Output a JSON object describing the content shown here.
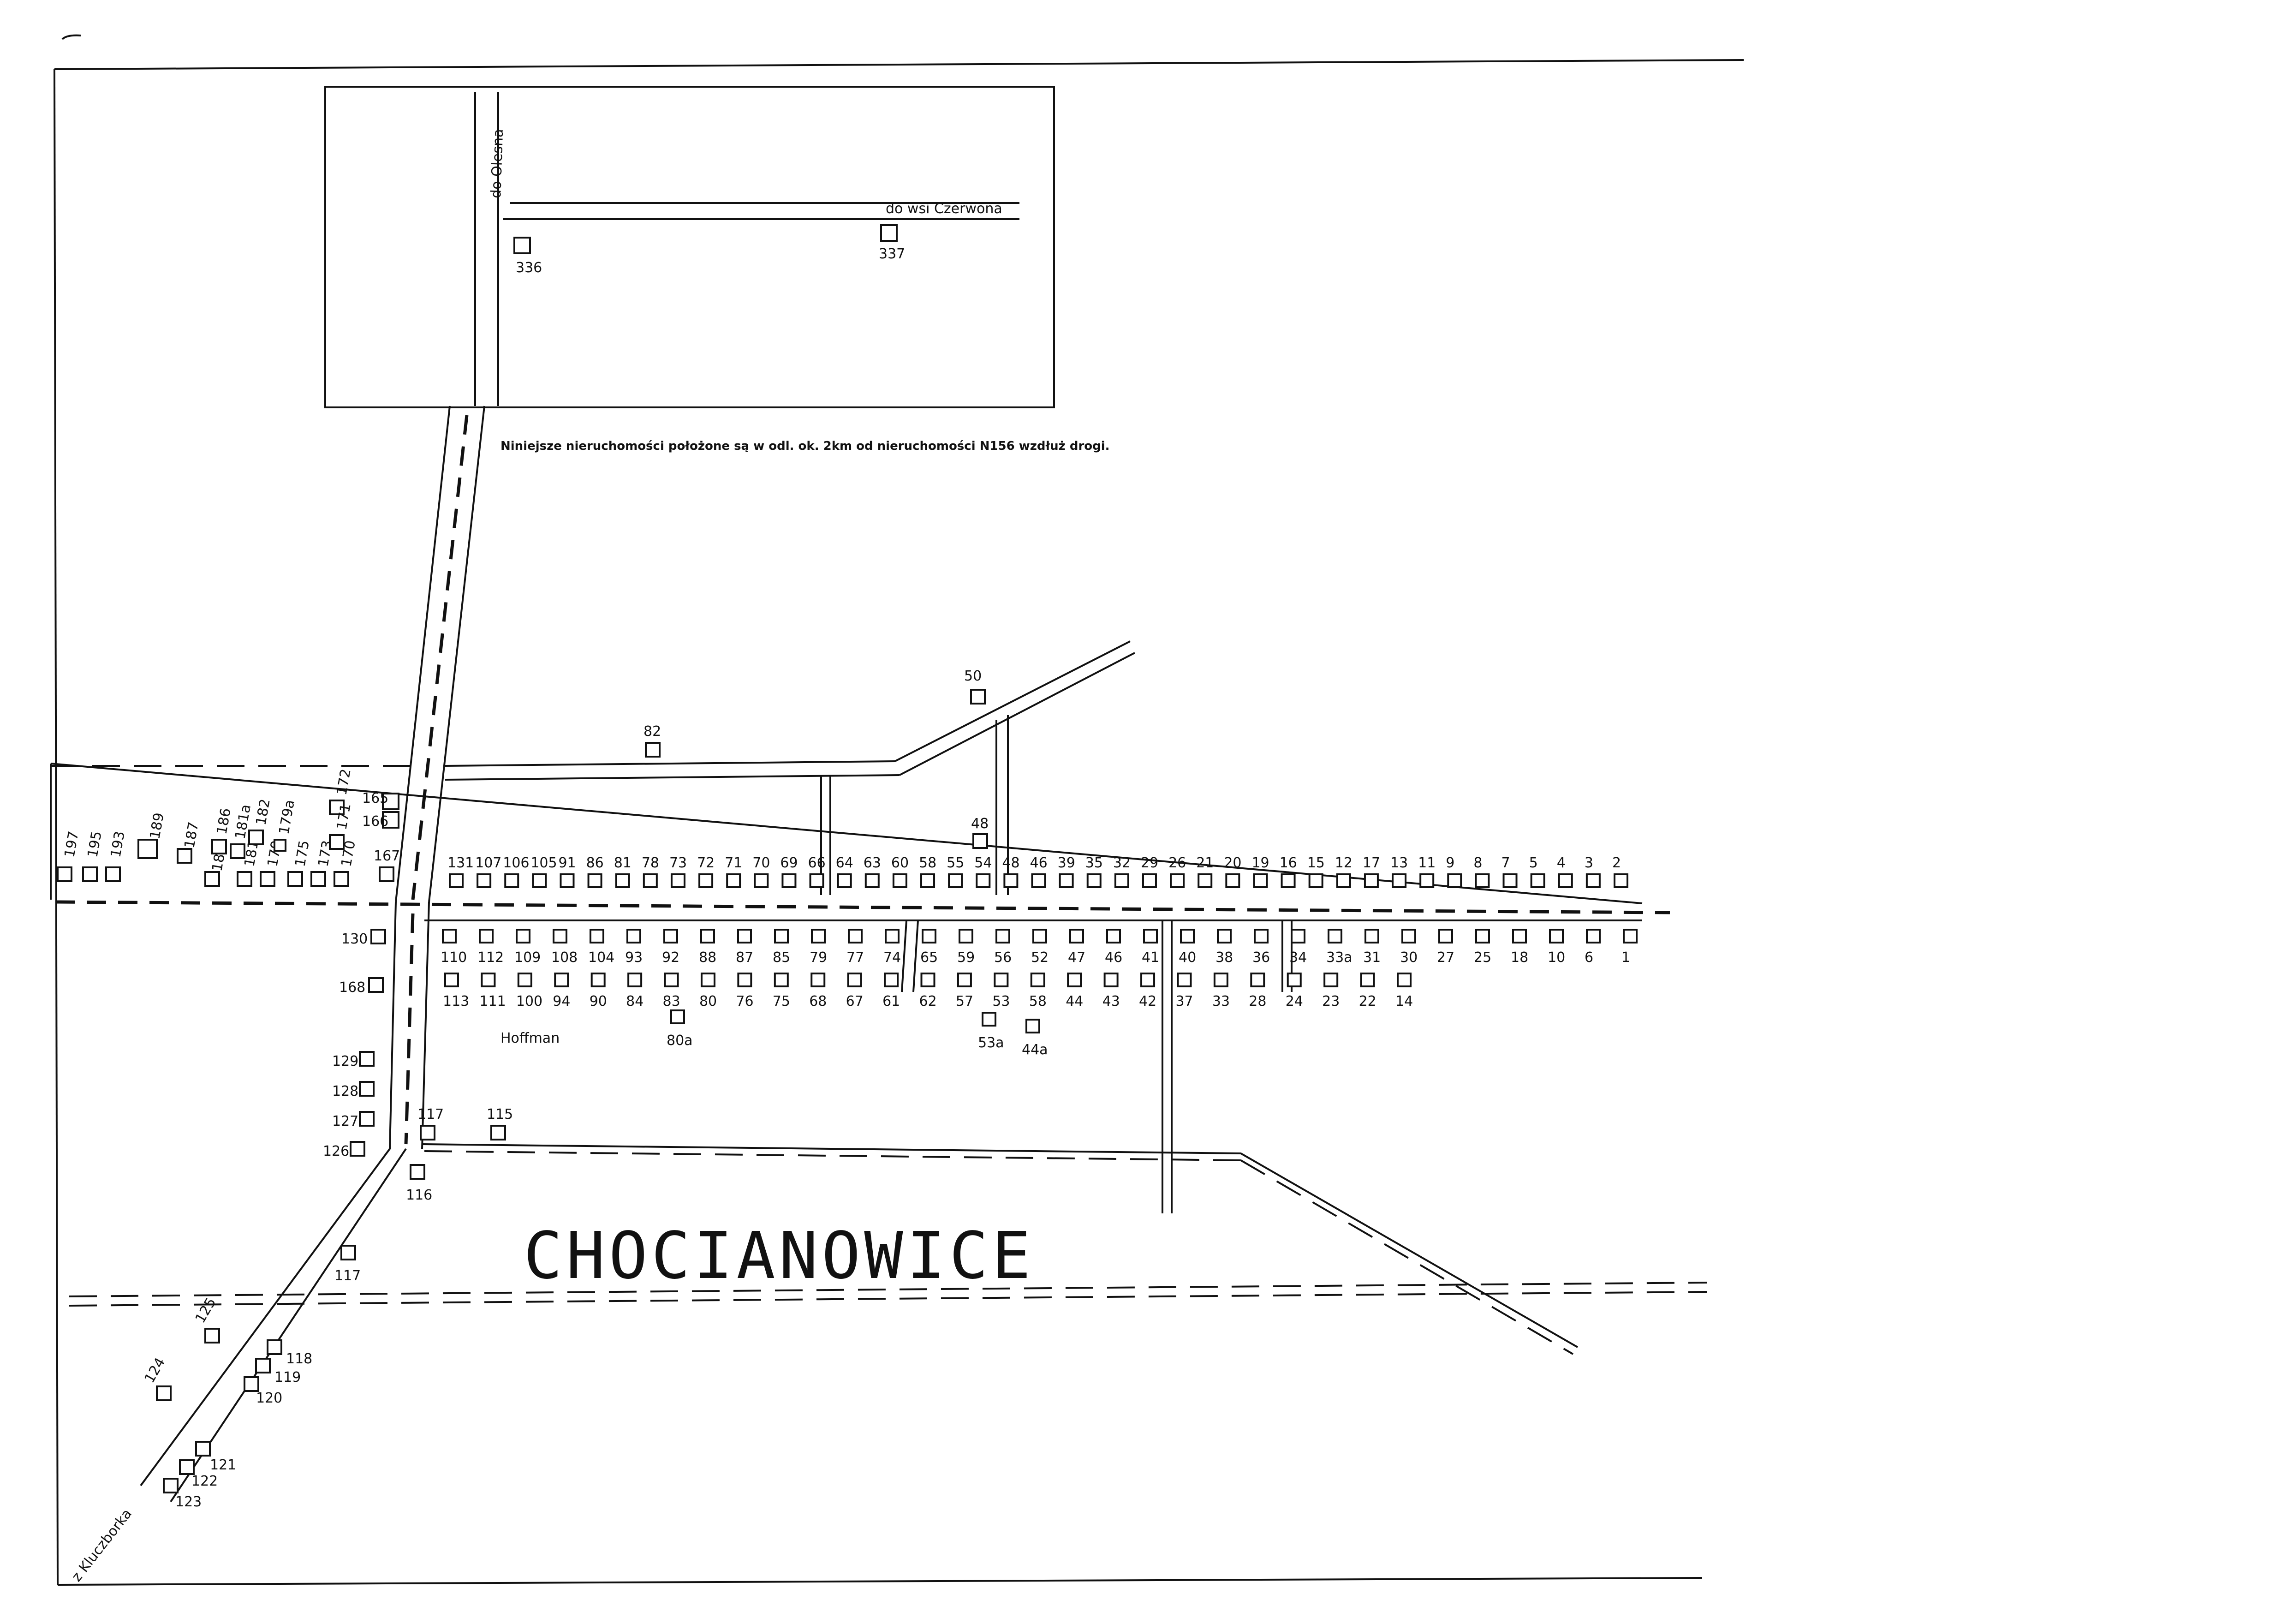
{
  "map": {
    "title": "CHOCIANOWICE",
    "note": "Niniejsze nieruchomości położone są w odl. ok. 2km od nieruchomości N156 wzdłuż drogi.",
    "road_labels": {
      "to_olesno": "do Olesna",
      "to_czerwona": "do wsi Czerwona",
      "from_kluczbork": "z Kluczborka"
    },
    "owner_label": "Hoffman",
    "houses": {
      "inset": [
        "336",
        "337"
      ],
      "north_road": [
        "82",
        "50",
        "48"
      ],
      "west_row": [
        "197",
        "195",
        "193",
        "189",
        "187",
        "185",
        "186",
        "181",
        "181a",
        "182",
        "179",
        "179a",
        "175",
        "173",
        "172",
        "171",
        "170",
        "165",
        "166",
        "167"
      ],
      "north_row": [
        "131",
        "107",
        "106",
        "105",
        "91",
        "86",
        "81",
        "78",
        "73",
        "72",
        "71",
        "70",
        "69",
        "66",
        "64",
        "63",
        "60",
        "58",
        "55",
        "54",
        "48",
        "46",
        "39",
        "35",
        "32",
        "29",
        "26",
        "21",
        "20",
        "19",
        "16",
        "15",
        "12",
        "17",
        "13",
        "11",
        "9",
        "8",
        "7",
        "5",
        "4",
        "3",
        "2"
      ],
      "south_row": [
        "130",
        "110",
        "112",
        "109",
        "108",
        "104",
        "93",
        "92",
        "88",
        "87",
        "85",
        "79",
        "77",
        "74",
        "65",
        "59",
        "56",
        "52",
        "47",
        "46",
        "41",
        "40",
        "38",
        "36",
        "34",
        "33a",
        "31",
        "30",
        "27",
        "25",
        "18",
        "10",
        "6",
        "1"
      ],
      "south_row_2": [
        "168",
        "113",
        "111",
        "100",
        "94",
        "90",
        "84",
        "83",
        "80",
        "76",
        "75",
        "68",
        "67",
        "61",
        "62",
        "57",
        "53",
        "58",
        "44",
        "43",
        "42",
        "37",
        "33",
        "28",
        "24",
        "23",
        "22",
        "14",
        "80a",
        "53a",
        "44a"
      ],
      "west_road": [
        "129",
        "128",
        "127",
        "126",
        "117",
        "116",
        "115",
        "117",
        "125",
        "124",
        "118",
        "119",
        "120",
        "121",
        "122",
        "123"
      ]
    }
  }
}
